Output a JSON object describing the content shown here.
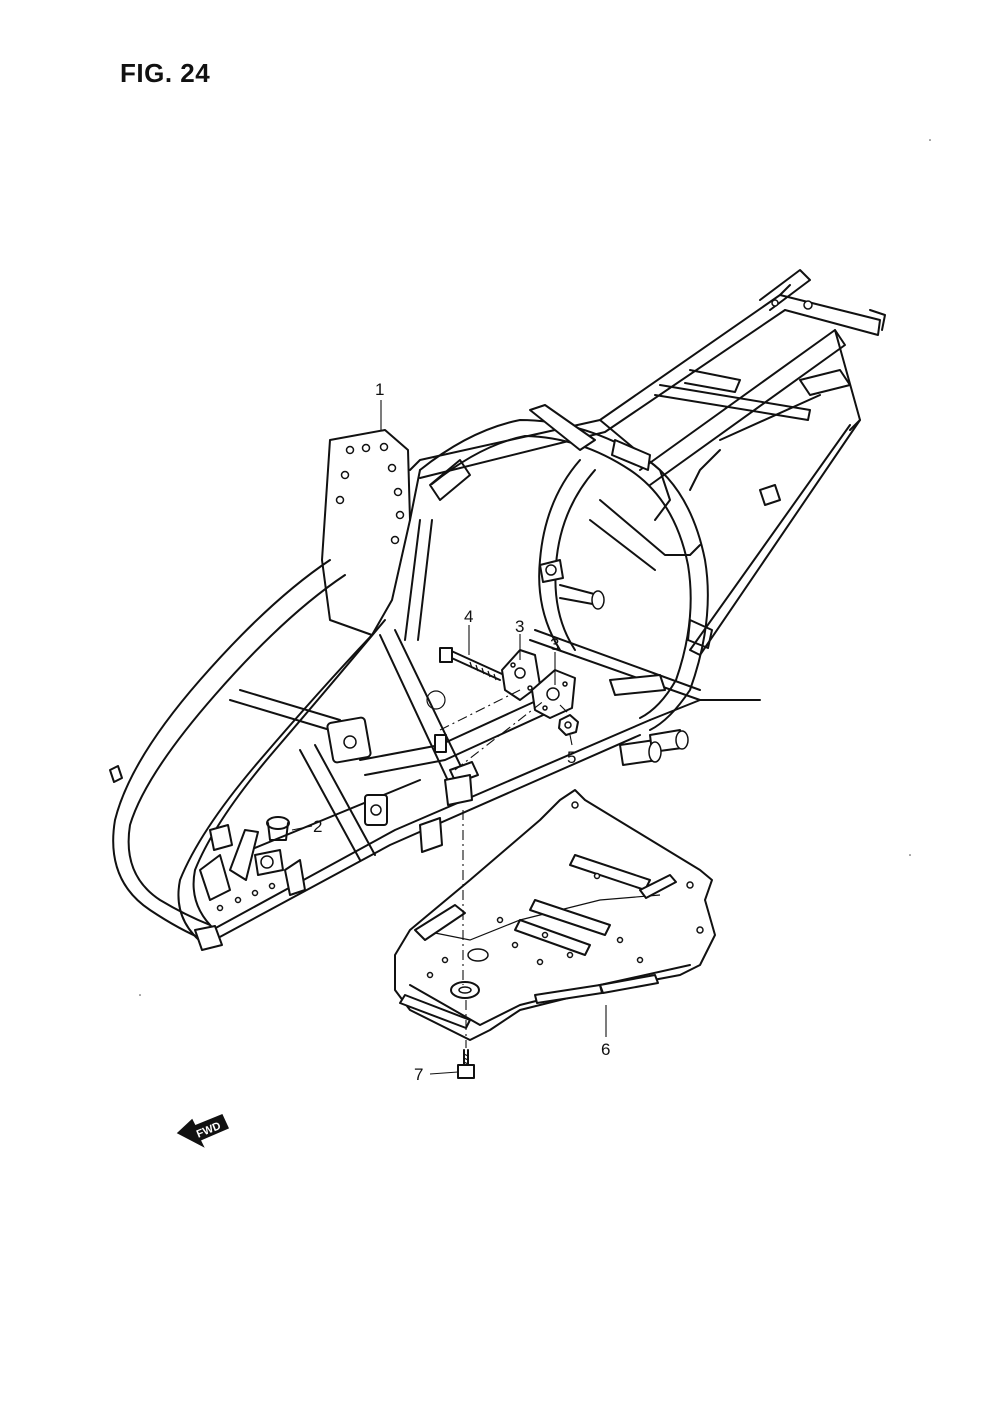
{
  "figure": {
    "title": "FIG. 24"
  },
  "callouts": [
    {
      "id": "1",
      "label": "1"
    },
    {
      "id": "2",
      "label": "2"
    },
    {
      "id": "3a",
      "label": "3"
    },
    {
      "id": "3b",
      "label": "3"
    },
    {
      "id": "4",
      "label": "4"
    },
    {
      "id": "5",
      "label": "5"
    },
    {
      "id": "6",
      "label": "6"
    },
    {
      "id": "7",
      "label": "7"
    }
  ],
  "fwd": {
    "label": "FWD",
    "icon": "forward-arrow-icon"
  },
  "colors": {
    "line": "#111111",
    "background": "#ffffff"
  }
}
